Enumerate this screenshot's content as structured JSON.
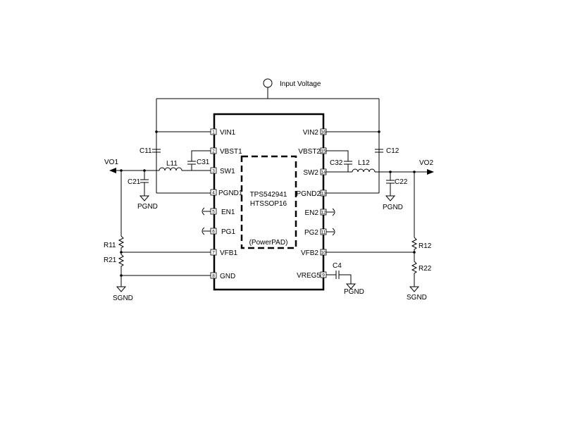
{
  "diagram": {
    "input_label": "Input Voltage",
    "ic": {
      "part": "TPS542941",
      "package": "HTSSOP16",
      "pad": "(PowerPAD)"
    },
    "left_pins": [
      {
        "num": "1",
        "name": "VIN1"
      },
      {
        "num": "2",
        "name": "VBST1"
      },
      {
        "num": "3",
        "name": "SW1"
      },
      {
        "num": "4",
        "name": "PGND1"
      },
      {
        "num": "5",
        "name": "EN1"
      },
      {
        "num": "6",
        "name": "PG1"
      },
      {
        "num": "7",
        "name": "VFB1"
      },
      {
        "num": "8",
        "name": "GND"
      }
    ],
    "right_pins": [
      {
        "num": "16",
        "name": "VIN2"
      },
      {
        "num": "15",
        "name": "VBST2"
      },
      {
        "num": "14",
        "name": "SW2"
      },
      {
        "num": "13",
        "name": "PGND2"
      },
      {
        "num": "12",
        "name": "EN2"
      },
      {
        "num": "11",
        "name": "PG2"
      },
      {
        "num": "10",
        "name": "VFB2"
      },
      {
        "num": "9",
        "name": "VREG5"
      }
    ],
    "components": {
      "c11": "C11",
      "c12": "C12",
      "c31": "C31",
      "c32": "C32",
      "l11": "L11",
      "l12": "L12",
      "c21": "C21",
      "c22": "C22",
      "r11": "R11",
      "r21": "R21",
      "r12": "R12",
      "r22": "R22",
      "c4": "C4"
    },
    "nets": {
      "vo1": "VO1",
      "vo2": "VO2",
      "pgnd": "PGND",
      "sgnd": "SGND"
    }
  }
}
